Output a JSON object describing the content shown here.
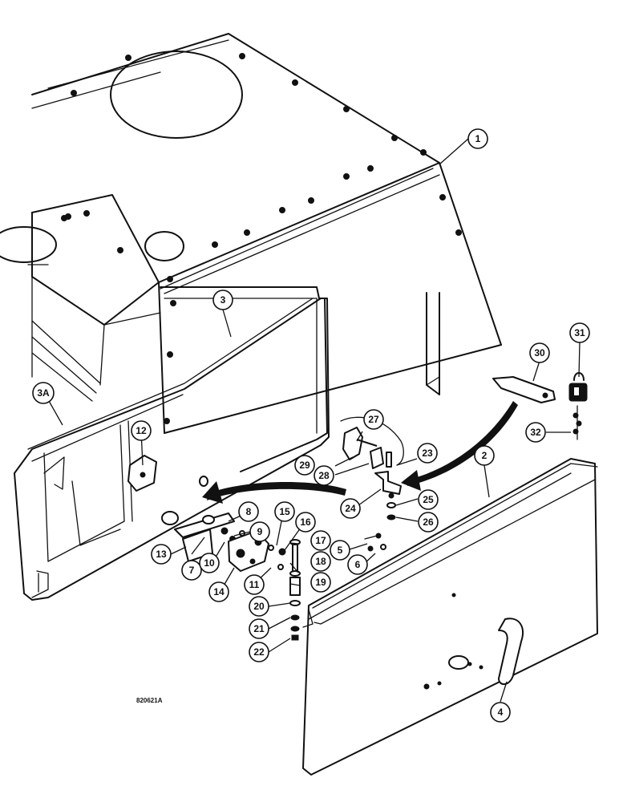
{
  "figure_id": "820621A",
  "callouts": [
    "1",
    "2",
    "3",
    "3A",
    "4",
    "5",
    "6",
    "7",
    "8",
    "9",
    "10",
    "11",
    "12",
    "13",
    "14",
    "15",
    "16",
    "17",
    "18",
    "19",
    "20",
    "21",
    "22",
    "23",
    "24",
    "25",
    "26",
    "27",
    "28",
    "29",
    "30",
    "31",
    "32"
  ]
}
